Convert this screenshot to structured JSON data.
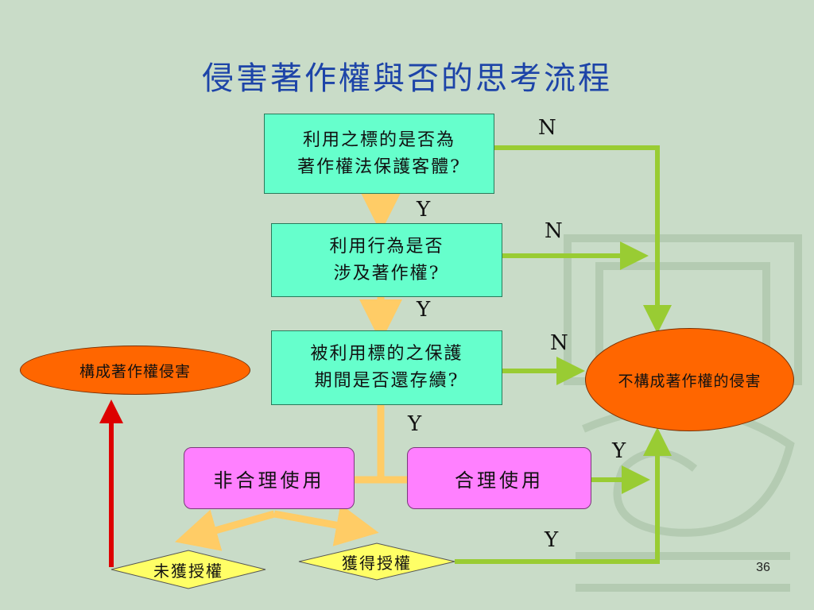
{
  "title": "侵害著作權與否的思考流程",
  "nodes": {
    "q1_line1": "利用之標的是否為",
    "q1_line2": "著作權法保護客體?",
    "q2_line1": "利用行為是否",
    "q2_line2": "涉及著作權?",
    "q3_line1": "被利用標的之保護",
    "q3_line2": "期間是否還存續?",
    "unfair_use": "非合理使用",
    "fair_use": "合理使用",
    "infringement": "構成著作權侵害",
    "no_infringement": "不構成著作權的侵害",
    "not_licensed": "未獲授權",
    "licensed": "獲得授權"
  },
  "labels": {
    "n1": "N",
    "n2": "N",
    "n3": "N",
    "y1": "Y",
    "y2": "Y",
    "y3": "Y",
    "y4": "Y",
    "y5": "Y"
  },
  "page_number": "36",
  "colors": {
    "question_box": "#66ffcc",
    "use_box": "#ff80ff",
    "result_oval": "#ff6600",
    "license_diamond": "#ffff66",
    "no_arrow": "#99cc33",
    "yes_arrow": "#ffcc66",
    "infringe_arrow": "#dd0000",
    "title": "#1d44a8"
  }
}
